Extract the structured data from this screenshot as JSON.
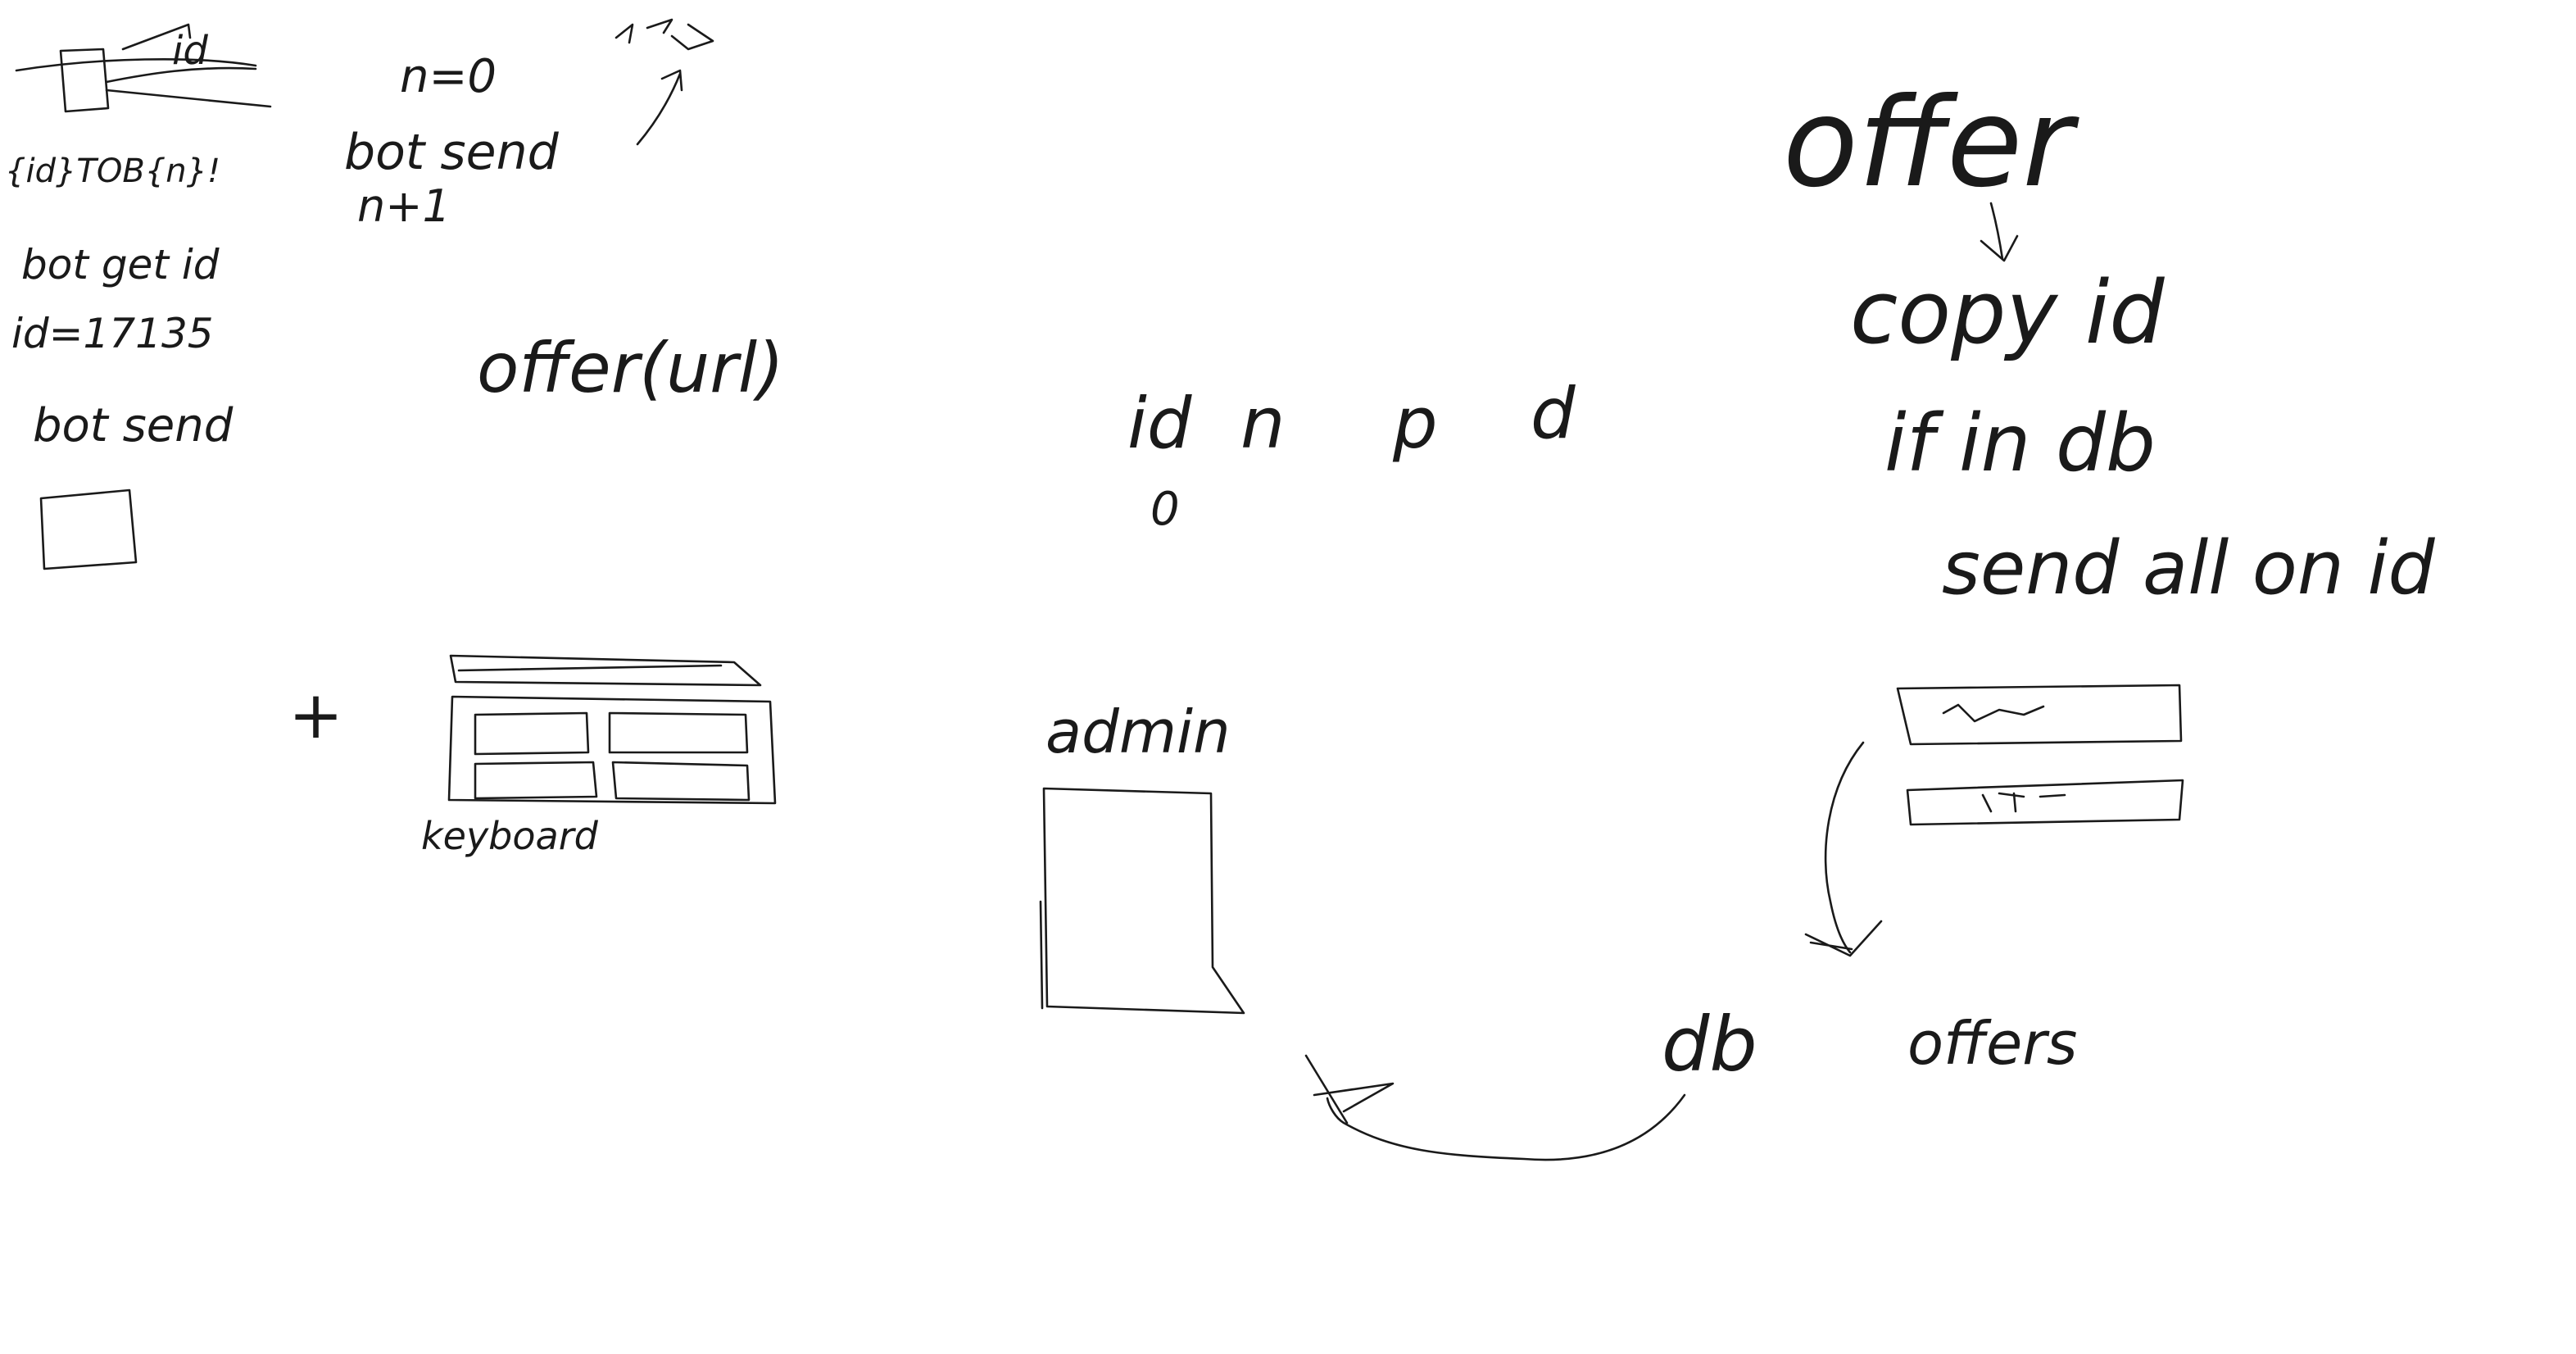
{
  "sketch": {
    "top_left_notes": {
      "struck_id": "id",
      "first_line": "{id}TOB{n}!",
      "bot_get_id": "bot get id",
      "id_value": "id=17135",
      "bot_send": "bot send"
    },
    "counter_notes": {
      "n_zero": "n=0",
      "bot_send": "bot send",
      "n_plus": "n+1"
    },
    "offer_url": "offer(url)",
    "keyboard_label": "keyboard",
    "plus_sign": "+",
    "middle_fields": {
      "id": "id",
      "n": "n",
      "p": "p",
      "d": "d",
      "zero": "0"
    },
    "admin_label": "admin",
    "right_flow": {
      "offer": "offer",
      "copy_id": "copy id",
      "if_in_db": "if in db",
      "send_all_on_id": "send all on id"
    },
    "db_label": "db",
    "offers_label": "offers"
  },
  "colors": {
    "ink": "#1a1a1a",
    "background": "#ffffff"
  }
}
